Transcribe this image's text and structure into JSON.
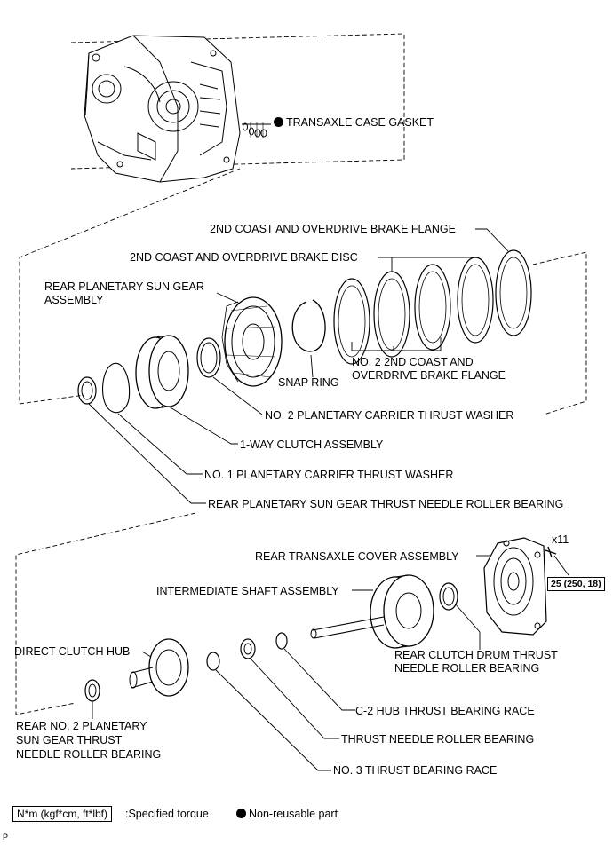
{
  "labels": {
    "transaxle_case_gasket": "TRANSAXLE CASE GASKET",
    "coast_od_brake_flange": "2ND COAST AND OVERDRIVE BRAKE FLANGE",
    "coast_od_brake_disc": "2ND COAST AND OVERDRIVE BRAKE DISC",
    "rear_planetary_sun_gear_l1": "REAR PLANETARY SUN GEAR",
    "rear_planetary_sun_gear_l2": "ASSEMBLY",
    "snap_ring": "SNAP RING",
    "no2_flange_l1": "NO. 2 2ND COAST AND",
    "no2_flange_l2": "OVERDRIVE BRAKE FLANGE",
    "no2_carrier_washer": "NO. 2 PLANETARY CARRIER THRUST WASHER",
    "one_way_clutch": "1-WAY CLUTCH ASSEMBLY",
    "no1_carrier_washer": "NO. 1 PLANETARY CARRIER THRUST WASHER",
    "sun_gear_bearing": "REAR PLANETARY SUN GEAR THRUST NEEDLE ROLLER BEARING",
    "x11": "x11",
    "rear_cover": "REAR TRANSAXLE COVER ASSEMBLY",
    "torque_value": "25 (250, 18)",
    "intermediate_shaft": "INTERMEDIATE SHAFT ASSEMBLY",
    "direct_clutch_hub": "DIRECT CLUTCH HUB",
    "clutch_drum_bearing_l1": "REAR CLUTCH DRUM THRUST",
    "clutch_drum_bearing_l2": "NEEDLE ROLLER BEARING",
    "c2_hub_race": "C-2 HUB THRUST BEARING RACE",
    "thrust_needle_bearing": "THRUST NEEDLE ROLLER BEARING",
    "no3_race": "NO. 3 THRUST BEARING RACE",
    "rear_no2_bearing_l1": "REAR NO. 2 PLANETARY",
    "rear_no2_bearing_l2": "SUN GEAR THRUST",
    "rear_no2_bearing_l3": "NEEDLE ROLLER BEARING"
  },
  "legend": {
    "torque_unit": "N*m (kgf*cm, ft*lbf)",
    "torque_text": ":Specified torque",
    "nonreusable_text": "Non-reusable part"
  },
  "corner_mark": "P"
}
